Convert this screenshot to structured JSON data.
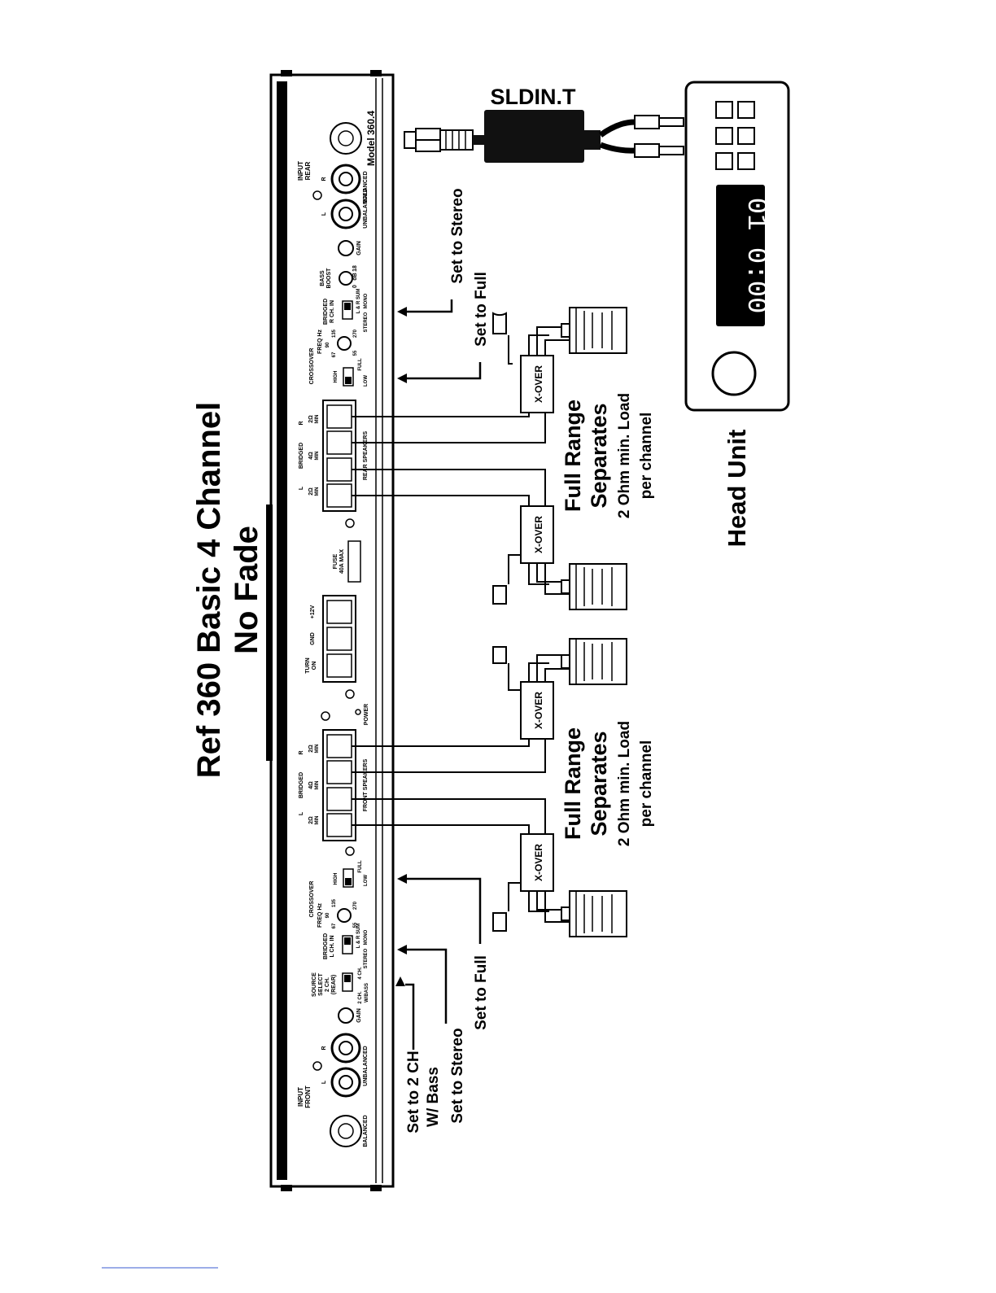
{
  "title": {
    "line1": "Ref 360 Basic 4 Channel",
    "line2": "No Fade"
  },
  "amplifier": {
    "model": "Model 360.4",
    "rear_input": {
      "label_1": "INPUT",
      "label_2": "REAR",
      "balanced": "BALANCED",
      "unbalanced": "UNBALANCED",
      "l": "L",
      "r": "R",
      "gain": "GAIN"
    },
    "front_input": {
      "label_1": "INPUT",
      "label_2": "FRONT",
      "balanced": "BALANCED",
      "unbalanced": "UNBALANCED",
      "l": "L",
      "r": "R",
      "gain": "GAIN"
    },
    "bass_boost": {
      "label_1": "BASS",
      "label_2": "BOOST",
      "db": "dB",
      "min": "0",
      "max": "18"
    },
    "rear_bridged_switch": {
      "label_1": "BRIDGED",
      "label_2": "R CH. IN",
      "sum": "L & R SUM",
      "stereo": "STEREO",
      "mono": "MONO"
    },
    "front_bridged_switch": {
      "label_1": "BRIDGED",
      "label_2": "L CH. IN",
      "sum": "L & R SUM",
      "stereo": "STEREO",
      "mono": "MONO"
    },
    "rear_crossover": {
      "label": "CROSSOVER",
      "freq": "FREQ Hz",
      "f90": "90",
      "f67": "67",
      "f135": "135",
      "f55": "55",
      "f270": "270",
      "high": "HIGH",
      "low": "LOW",
      "full": "FULL"
    },
    "front_crossover": {
      "label": "CROSSOVER",
      "freq": "FREQ Hz",
      "f90": "90",
      "f67": "67",
      "f135": "135",
      "f55": "55",
      "f270": "270",
      "high": "HIGH",
      "low": "LOW",
      "full": "FULL"
    },
    "source_select": {
      "label_1": "SOURCE",
      "label_2": "SELECT",
      "label_3": "2 CH.",
      "label_4": "(REAR)",
      "opt_2ch": "2 CH.",
      "opt_4ch": "4 CH.",
      "wbass": "W/BASS"
    },
    "rear_speakers": {
      "label": "REAR SPEAKERS",
      "bridged": "BRIDGED",
      "l": "L",
      "r": "R",
      "two_ohm": "2Ω",
      "four_ohm": "4Ω",
      "min": "MIN"
    },
    "front_speakers": {
      "label": "FRONT SPEAKERS",
      "bridged": "BRIDGED",
      "l": "L",
      "r": "R",
      "two_ohm": "2Ω",
      "four_ohm": "4Ω",
      "min": "MIN"
    },
    "fuse": {
      "label_1": "FUSE",
      "label_2": "40A MAX"
    },
    "power": {
      "plus12": "+12V",
      "gnd": "GND",
      "turn": "TURN",
      "on": "ON",
      "power_led": "POWER"
    }
  },
  "annotations": {
    "rear_set_stereo": "Set to Stereo",
    "rear_set_full": "Set to Full",
    "front_set_full": "Set to Full",
    "front_set_stereo": "Set to Stereo",
    "front_set_2ch_1": "Set to 2 CH",
    "front_set_2ch_2": "W/ Bass"
  },
  "speaker_groups": {
    "rear": {
      "line1": "Full Range",
      "line2": "Separates",
      "line3": "2 Ohm min. Load",
      "line4": "per channel"
    },
    "front": {
      "line1": "Full Range",
      "line2": "Separates",
      "line3": "2 Ohm min. Load",
      "line4": "per channel"
    }
  },
  "crossover_label": "X-OVER",
  "adapter": "SLDIN.T",
  "head_unit": {
    "label": "Head Unit",
    "display": "01  0:00"
  }
}
